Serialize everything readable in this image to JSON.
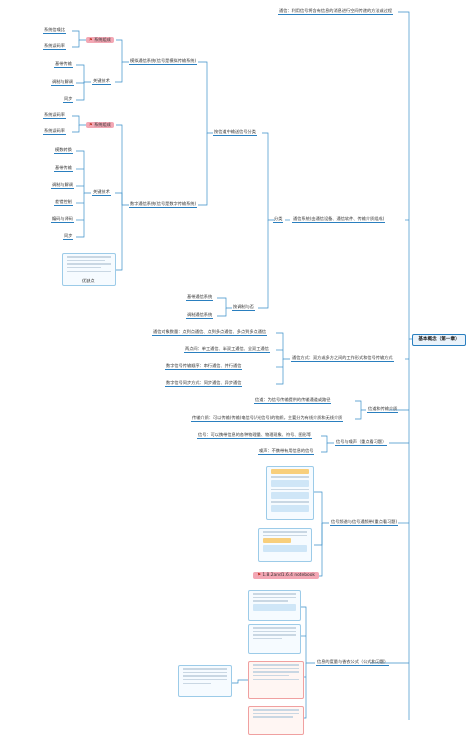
{
  "root": {
    "label": "基本概念（第一章）"
  },
  "top": {
    "def": "通信：利用信号将含有信息的消息进行空间传递的方法或过程"
  },
  "classify": {
    "label": "分类",
    "system": "通信系统(由通信设备、通信软件、传输介质组成)",
    "signal": "按信道中输送信号分类",
    "analog": {
      "label": "模拟通信系统(信号是模拟传输系统)",
      "tag": "系统组成",
      "items": [
        "系统信噪比",
        "系统误码率"
      ],
      "key": "关键技术",
      "keyitems": [
        "基带传输",
        "调制与解调",
        "同步"
      ]
    },
    "digital": {
      "label": "数字通信系统(信号是数字传输系统)",
      "tag": "系统组成",
      "items": [
        "系统误码率",
        "系统误码率"
      ],
      "key": "关键技术",
      "keyitems": [
        "模数转换",
        "基带传输",
        "调制与解调",
        "差错控制",
        "编码与译码",
        "同步"
      ],
      "merit": "优缺点"
    },
    "modulation": {
      "label": "按调制与否",
      "items": [
        "基带通信系统",
        "调制通信系统"
      ]
    }
  },
  "modes": {
    "label": "通信方式：双方或多方之间的工作形式和信号传输方式",
    "items": [
      "通信对象数量：点到点通信、点到多点通信、多点到多点通信",
      "两点间：单工通信、半双工通信、全双工通信",
      "数字信号传输顺序：串行通信、并行通信",
      "数字信号同步方式：同步通信、异步通信"
    ]
  },
  "channel": {
    "label": "信道和传输介质",
    "items": [
      "信道：为信号传输提供的传输通道或路径",
      "传输介质：可以传输(传输(电信号)/光信号)的物质，主要分为有线介质和无线介质"
    ]
  },
  "noise": {
    "label": "信号与噪声（重点看习题）",
    "items": [
      "信号：可以携带信息的各种物理量、物理现象、符号、图形等",
      "噪声：不携带有用信息的信号"
    ]
  },
  "metrics": {
    "label": "信号频谱与信号通频带(重点看习题)",
    "stamp": "1.8.2and1.6.4 notebook"
  },
  "info": {
    "label": "信息的度量与香农公式（公式和习题）"
  }
}
